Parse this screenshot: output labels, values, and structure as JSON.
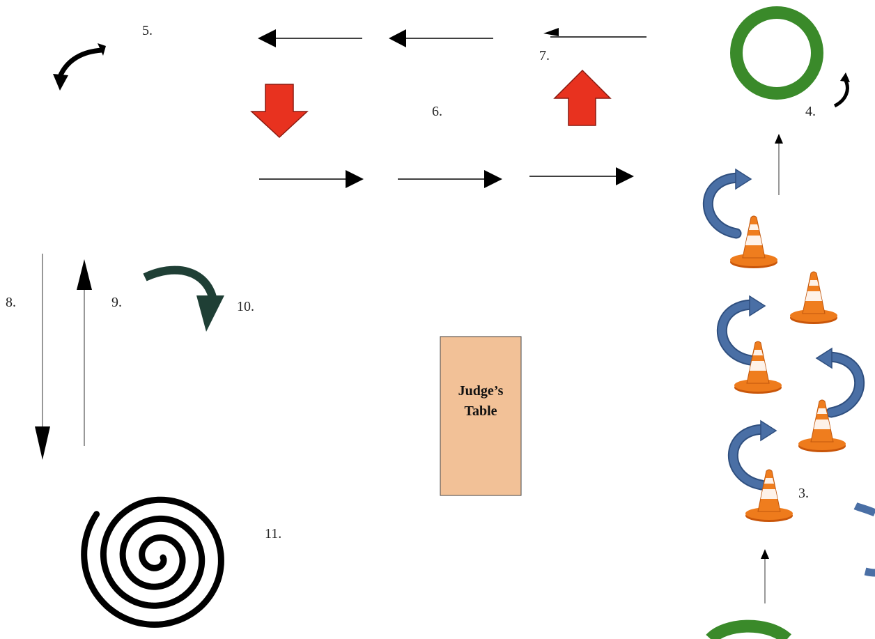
{
  "labels": {
    "step3": "3.",
    "step4": "4.",
    "step5": "5.",
    "step6": "6.",
    "step7": "7.",
    "step8": "8.",
    "step9": "9.",
    "step10": "10.",
    "step11": "11."
  },
  "judges_table": {
    "line1": "Judge’s",
    "line2": "Table"
  },
  "colors": {
    "black_arrow": "#000000",
    "red_block_arrow": "#e8321f",
    "green_circle": "#3a8a2a",
    "dark_green_arrow": "#1f3f35",
    "blue_curve": "#4a6fa5",
    "cone_orange": "#ee7b1c",
    "table_fill": "#f2c197"
  },
  "icons": [
    "black-curved-arrow-icon",
    "red-down-block-arrow-icon",
    "red-up-block-arrow-icon",
    "green-circle-icon",
    "traffic-cone-icon",
    "blue-curved-arrow-icon",
    "dark-green-curved-arrow-icon",
    "spiral-icon"
  ]
}
